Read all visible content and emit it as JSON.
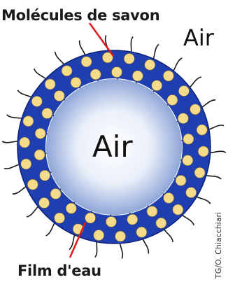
{
  "labels": {
    "top": "Molécules de savon",
    "bottom": "Film d'eau",
    "air_outside": "Air",
    "air_inside": "Air",
    "credit": "TG/O. Chiacchiari"
  },
  "colors": {
    "film": "#1f3fb0",
    "film_edge": "#0d2277",
    "molecule_head": "#f6dc8a",
    "pointer": "#e01a1a",
    "tail": "#1a1a1a"
  }
}
